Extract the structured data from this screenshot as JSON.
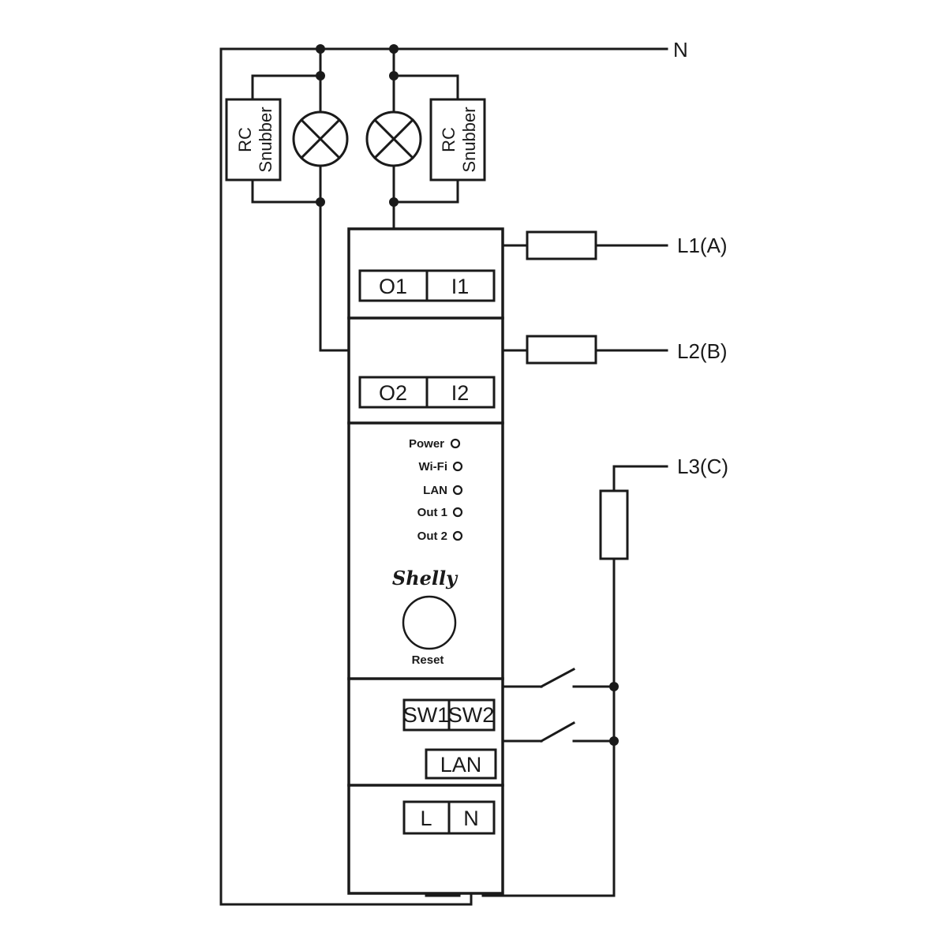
{
  "lines": {
    "neutral": "N",
    "l1": "L1(A)",
    "l2": "L2(B)",
    "l3": "L3(C)"
  },
  "snubbers": {
    "left": {
      "line1": "RC",
      "line2": "Snubber"
    },
    "right": {
      "line1": "RC",
      "line2": "Snubber"
    }
  },
  "terminals": {
    "o1": "O1",
    "i1": "I1",
    "o2": "O2",
    "i2": "I2",
    "sw1": "SW1",
    "sw2": "SW2",
    "lan": "LAN",
    "l": "L",
    "n": "N"
  },
  "leds": [
    "Power",
    "Wi-Fi",
    "LAN",
    "Out 1",
    "Out 2"
  ],
  "brand": "Shelly",
  "reset_label": "Reset"
}
